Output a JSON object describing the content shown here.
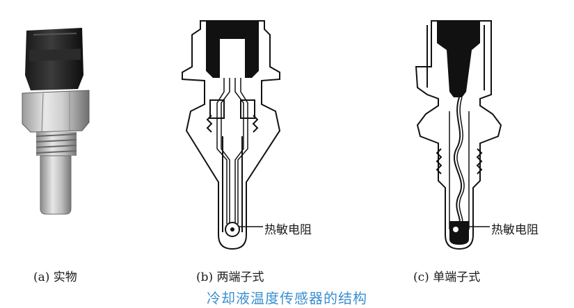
{
  "figure": {
    "title": "冷却液温度传感器的结构",
    "title_color": "#3a8fd0",
    "panels": [
      {
        "id": "a",
        "caption": "(a) 实物"
      },
      {
        "id": "b",
        "caption": "(b) 两端子式",
        "callout": "热敏电阻"
      },
      {
        "id": "c",
        "caption": "(c) 单端子式",
        "callout": "热敏电阻"
      }
    ]
  }
}
